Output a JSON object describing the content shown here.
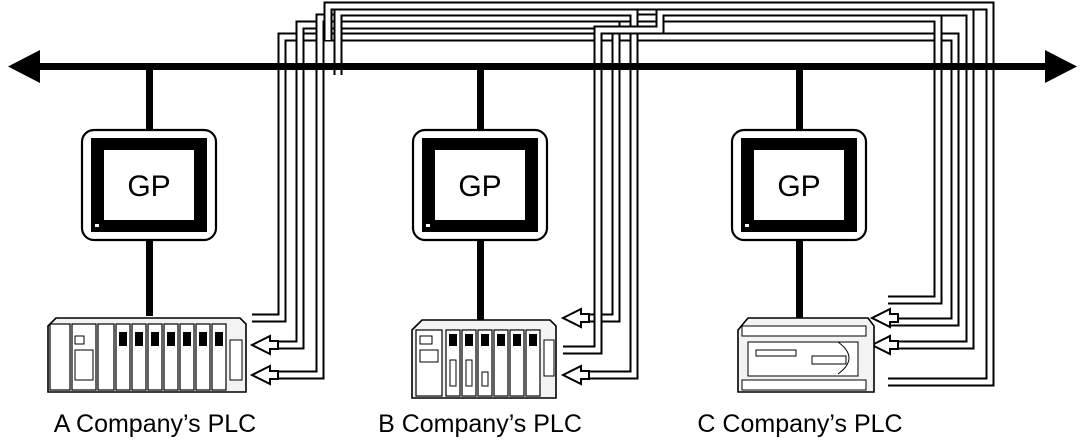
{
  "nodes": [
    {
      "id": "a",
      "gp_label": "GP",
      "plc_label": "A Company’s PLC"
    },
    {
      "id": "b",
      "gp_label": "GP",
      "plc_label": "B Company’s PLC"
    },
    {
      "id": "c",
      "gp_label": "GP",
      "plc_label": "C Company’s PLC"
    }
  ],
  "colors": {
    "line": "#000000",
    "background": "#ffffff"
  }
}
